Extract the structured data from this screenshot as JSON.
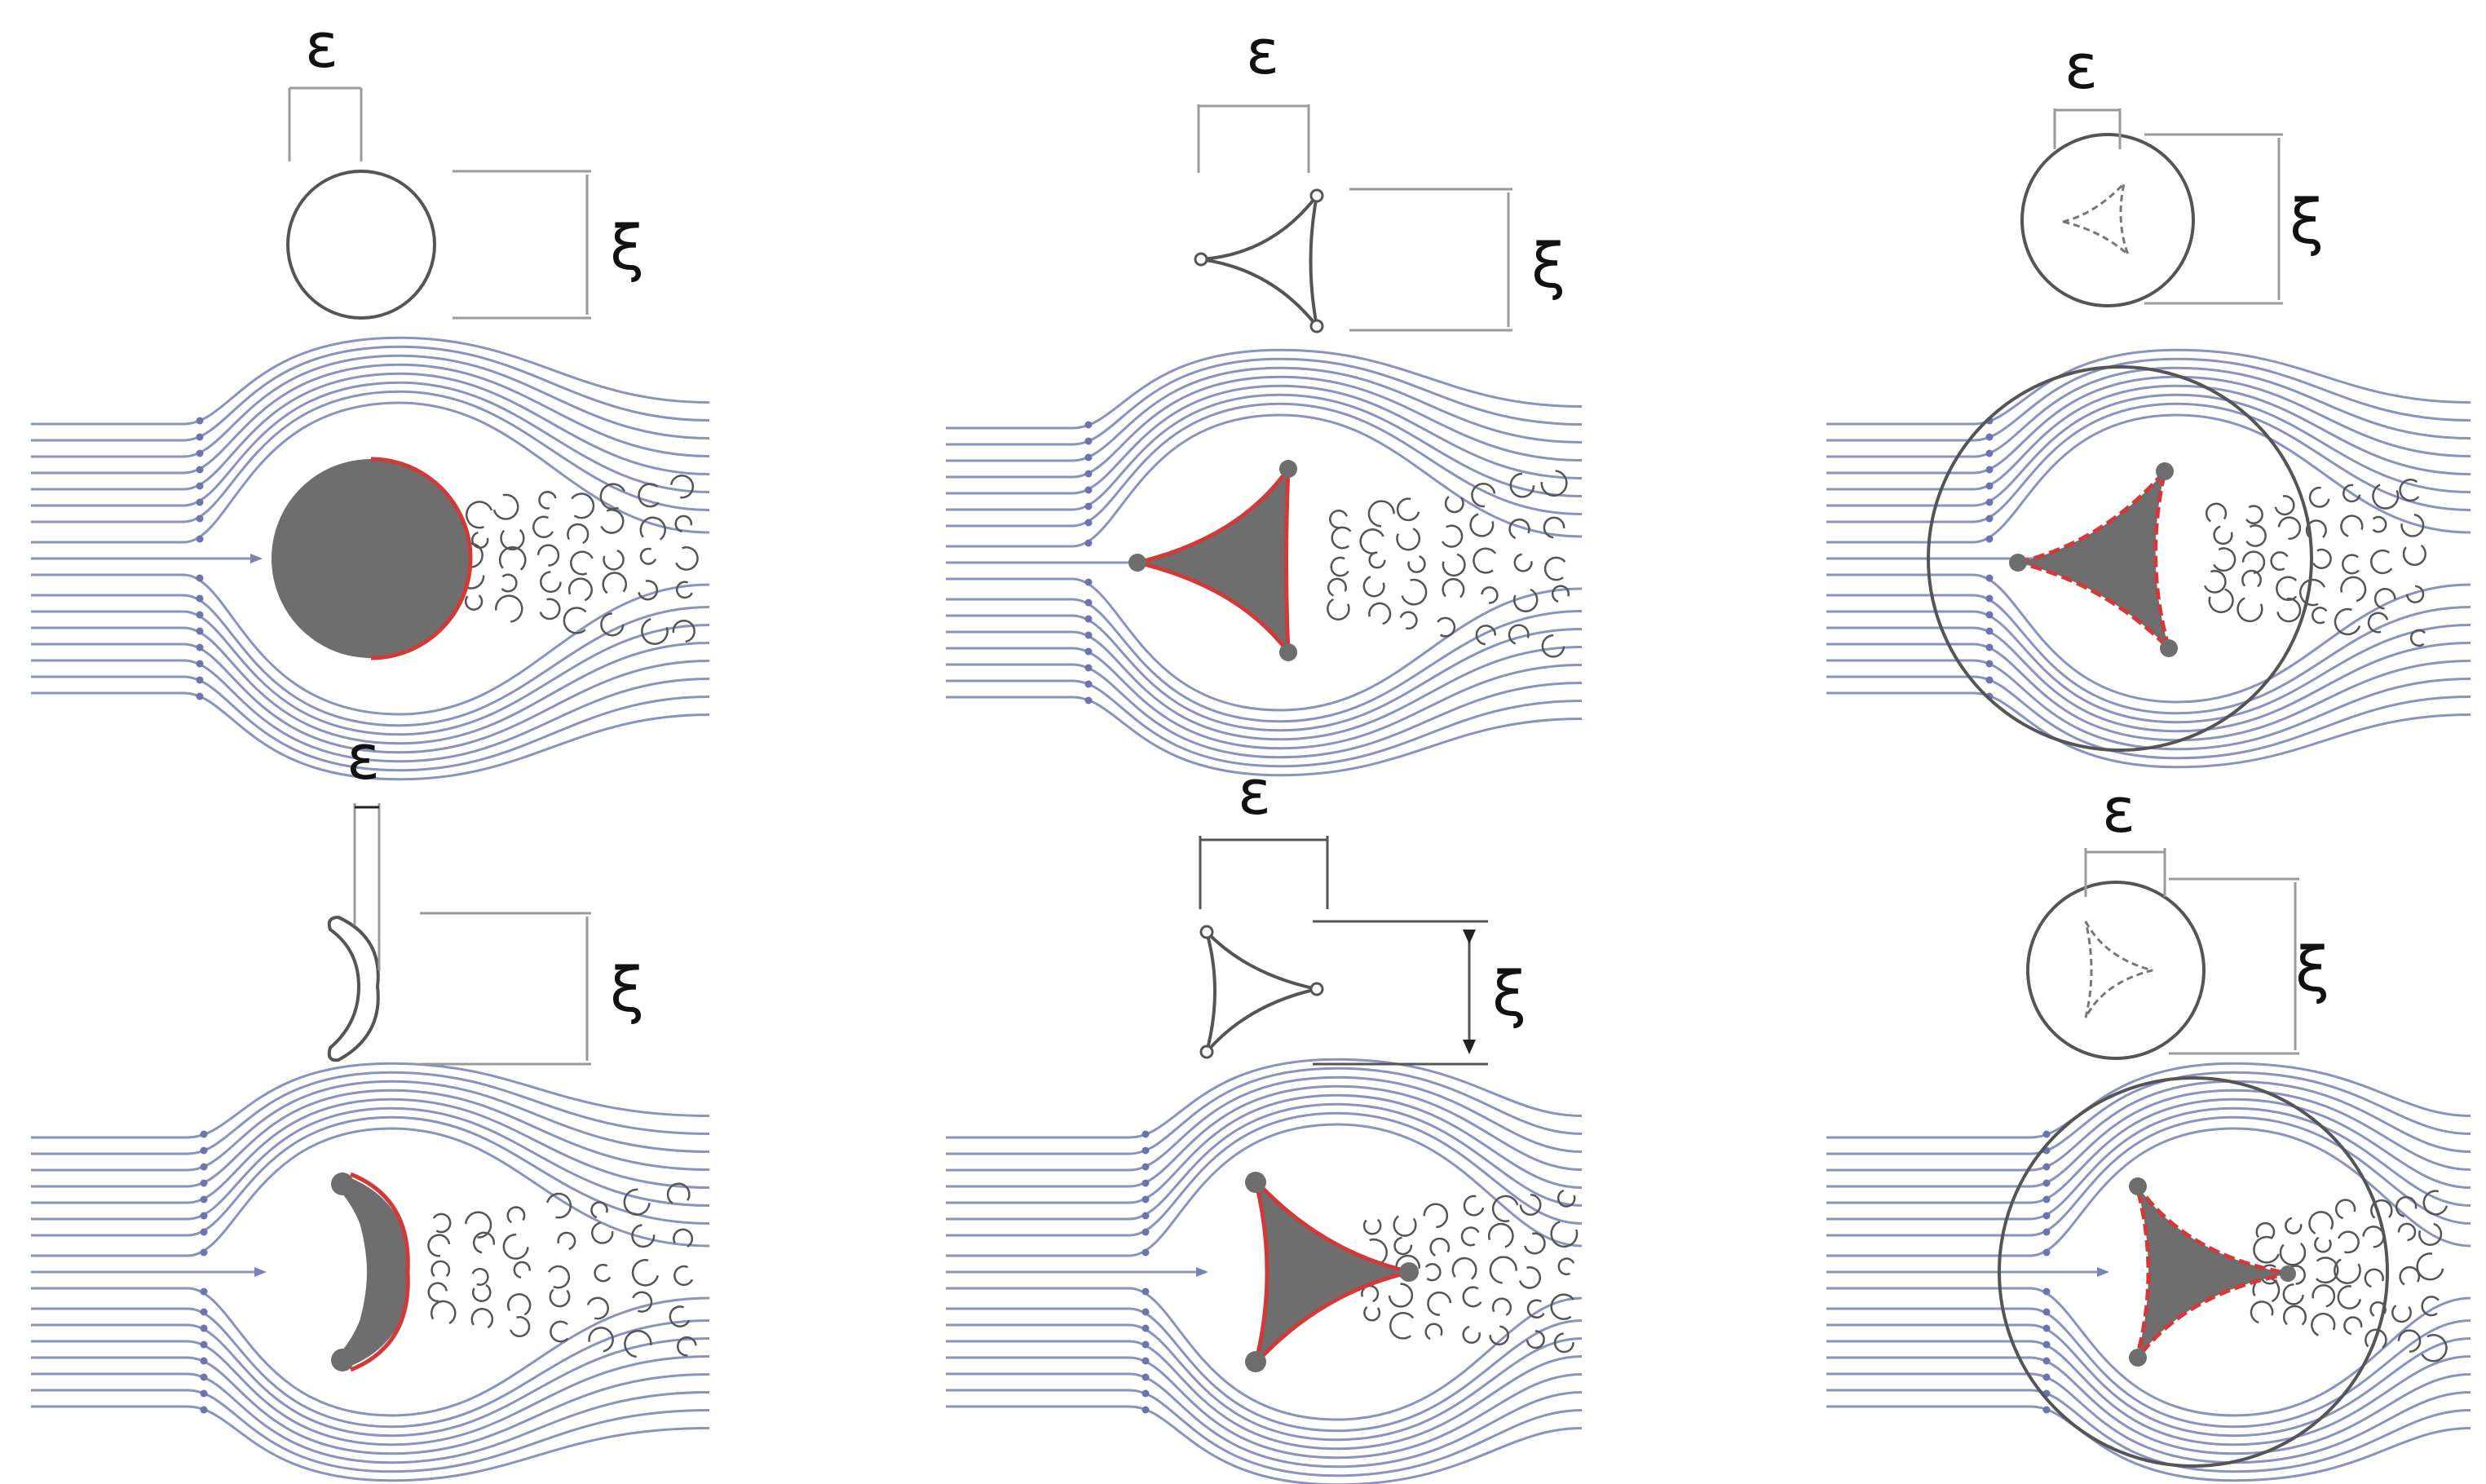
{
  "labels": {
    "epsilon": "ε",
    "xi": "ξ"
  },
  "colors": {
    "streamline": "#8a92bf",
    "body_fill": "#6e6e6e",
    "body_edge": "#d23a3a",
    "outline": "#666666",
    "dimension": "#9a9a9a"
  },
  "panels": [
    {
      "name": "circle"
    },
    {
      "name": "concave-triangle"
    },
    {
      "name": "triangle-in-circle"
    },
    {
      "name": "crescent"
    },
    {
      "name": "inverted-triangle"
    },
    {
      "name": "inverted-triangle-in-circle"
    }
  ]
}
